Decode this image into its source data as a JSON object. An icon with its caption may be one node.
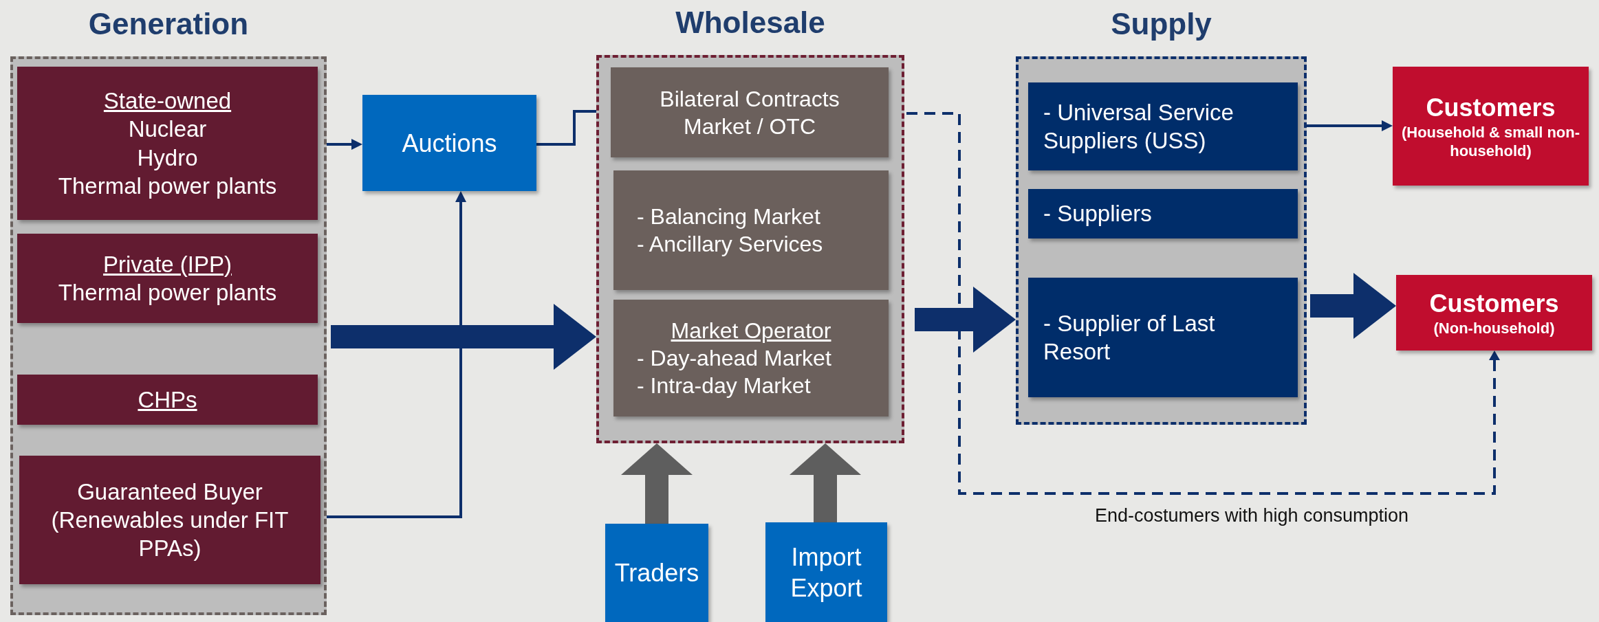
{
  "diagram": {
    "nodes": [
      {
        "text": [
          "Generation"
        ]
      },
      {
        "text": [
          "State-owned",
          "Nuclear",
          "Hydro",
          "Thermal power plants"
        ],
        "in": 0
      },
      {
        "text": [
          "Private (IPP)",
          "Thermal power plants"
        ],
        "in": 0
      },
      {
        "text": [
          "CHPs"
        ],
        "in": 0
      },
      {
        "text": [
          "Guaranteed Buyer (Renewables under FIT PPAs)"
        ],
        "in": 0
      },
      {
        "text": [
          "Auctions"
        ]
      },
      {
        "text": [
          "Wholesale"
        ]
      },
      {
        "text": [
          "Bilateral Contracts Market / OTC"
        ],
        "in": 6
      },
      {
        "text": [
          "- Balancing Market",
          "- Ancillary Services"
        ],
        "in": 6
      },
      {
        "text": [
          "Market Operator",
          "- Day-ahead Market",
          "- Intra-day Market"
        ],
        "in": 6
      },
      {
        "text": [
          "Traders"
        ]
      },
      {
        "text": [
          "Import Export"
        ]
      },
      {
        "text": [
          "Supply"
        ]
      },
      {
        "text": [
          "- Universal Service Suppliers (USS)"
        ],
        "in": 12
      },
      {
        "text": [
          "- Suppliers"
        ],
        "in": 12
      },
      {
        "text": [
          "- Supplier of Last Resort"
        ],
        "in": 12
      },
      {
        "text": [
          "Customers",
          "(Household & small non-household)"
        ]
      },
      {
        "text": [
          "Customers",
          "(Non-household)"
        ]
      }
    ],
    "edges": [
      {
        "from": 1,
        "to": 5,
        "arrow": "to"
      },
      {
        "from": 4,
        "to": 5,
        "arrow": "to"
      },
      {
        "from": 5,
        "to": 7,
        "arrow": "to"
      },
      {
        "from": 0,
        "to": 6,
        "arrow": "to",
        "style": "thick"
      },
      {
        "from": 10,
        "to": 6,
        "arrow": "to",
        "style": "thick",
        "color": "#5e5e5e"
      },
      {
        "from": 11,
        "to": 6,
        "arrow": "to",
        "style": "thick",
        "color": "#5e5e5e"
      },
      {
        "from": 6,
        "to": 12,
        "arrow": "to",
        "style": "thick"
      },
      {
        "from": 13,
        "to": 16,
        "arrow": "to"
      },
      {
        "from": 15,
        "to": 17,
        "arrow": "to",
        "style": "thick"
      },
      {
        "from": 7,
        "to": 17,
        "arrow": "to",
        "style": "dashed",
        "label": "End-costumers with high consumption"
      }
    ]
  }
}
